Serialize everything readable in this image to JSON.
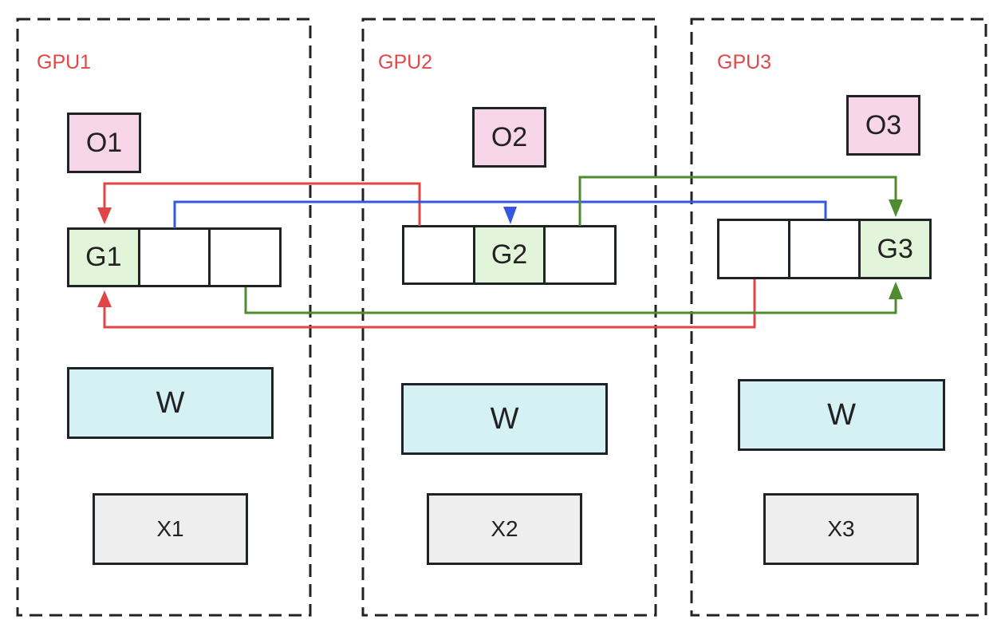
{
  "diagram": {
    "colors": {
      "label": "#e0484a",
      "red_arrow": "#e04646",
      "blue_arrow": "#3357e0",
      "green_arrow": "#4f8c2f",
      "optimizer_fill": "#f7d6ea",
      "weight_fill": "#d5f1f4",
      "data_fill": "#eeeeee",
      "grad_fill": "#e2f4d9"
    },
    "gpus": [
      {
        "label": "GPU1",
        "optimizer": "O1",
        "grad_cells": [
          "G1",
          "",
          ""
        ],
        "weight": "W",
        "data": "X1"
      },
      {
        "label": "GPU2",
        "optimizer": "O2",
        "grad_cells": [
          "",
          "G2",
          ""
        ],
        "weight": "W",
        "data": "X2"
      },
      {
        "label": "GPU3",
        "optimizer": "O3",
        "grad_cells": [
          "",
          "",
          "G3"
        ],
        "weight": "W",
        "data": "X3"
      }
    ],
    "connections": [
      {
        "from": "GPU2 grad cell 1",
        "to": "G1",
        "color": "red"
      },
      {
        "from": "GPU3 grad cell 1",
        "to": "G1",
        "color": "red"
      },
      {
        "from": "GPU1 grad cell 2",
        "to": "G2",
        "color": "blue"
      },
      {
        "from": "GPU3 grad cell 2",
        "to": "G2",
        "color": "blue"
      },
      {
        "from": "GPU2 grad cell 3",
        "to": "G3",
        "color": "green"
      },
      {
        "from": "GPU1 grad cell 3",
        "to": "G3",
        "color": "green"
      }
    ]
  }
}
